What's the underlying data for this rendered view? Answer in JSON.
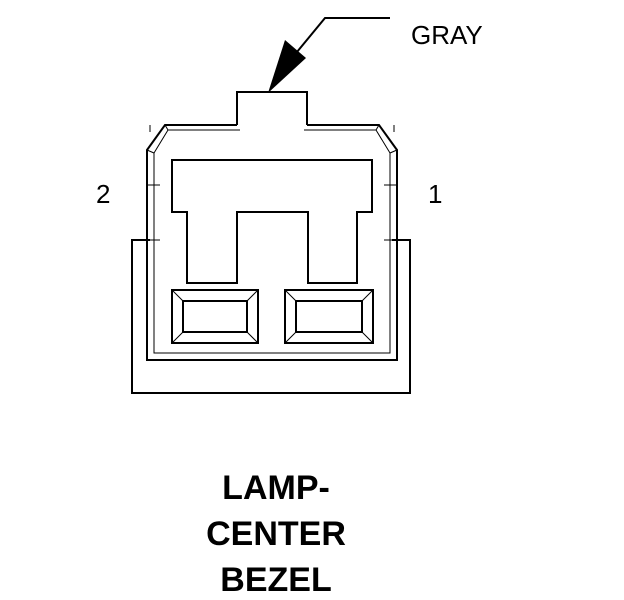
{
  "callout": {
    "wire_color": "GRAY"
  },
  "pins": {
    "left": "2",
    "right": "1"
  },
  "title": {
    "lines": [
      "LAMP-",
      "CENTER",
      "BEZEL"
    ]
  },
  "colors": {
    "ink": "#000000",
    "background": "#ffffff"
  },
  "icons": {
    "pointer": "arrow-callout-icon"
  }
}
